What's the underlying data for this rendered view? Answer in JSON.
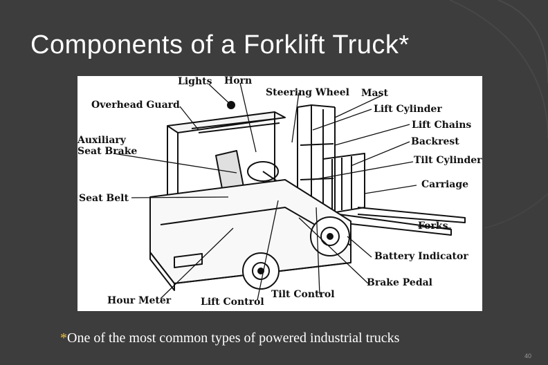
{
  "slide": {
    "title": "Components of a Forklift Truck*",
    "footnote_star": "*",
    "footnote_text": "One of the most common types of powered industrial trucks",
    "page_number": "40"
  },
  "diagram": {
    "labels": {
      "lights": "Lights",
      "horn": "Horn",
      "steering_wheel": "Steering Wheel",
      "mast": "Mast",
      "overhead_guard": "Overhead Guard",
      "lift_cylinder": "Lift Cylinder",
      "lift_chains": "Lift Chains",
      "auxiliary": "Auxiliary",
      "seat_brake": "Seat Brake",
      "backrest": "Backrest",
      "tilt_cylinder": "Tilt Cylinder",
      "carriage": "Carriage",
      "seat_belt": "Seat Belt",
      "forks": "Forks",
      "battery_indicator": "Battery Indicator",
      "brake_pedal": "Brake Pedal",
      "hour_meter": "Hour Meter",
      "tilt_control": "Tilt Control",
      "lift_control": "Lift Control"
    }
  }
}
